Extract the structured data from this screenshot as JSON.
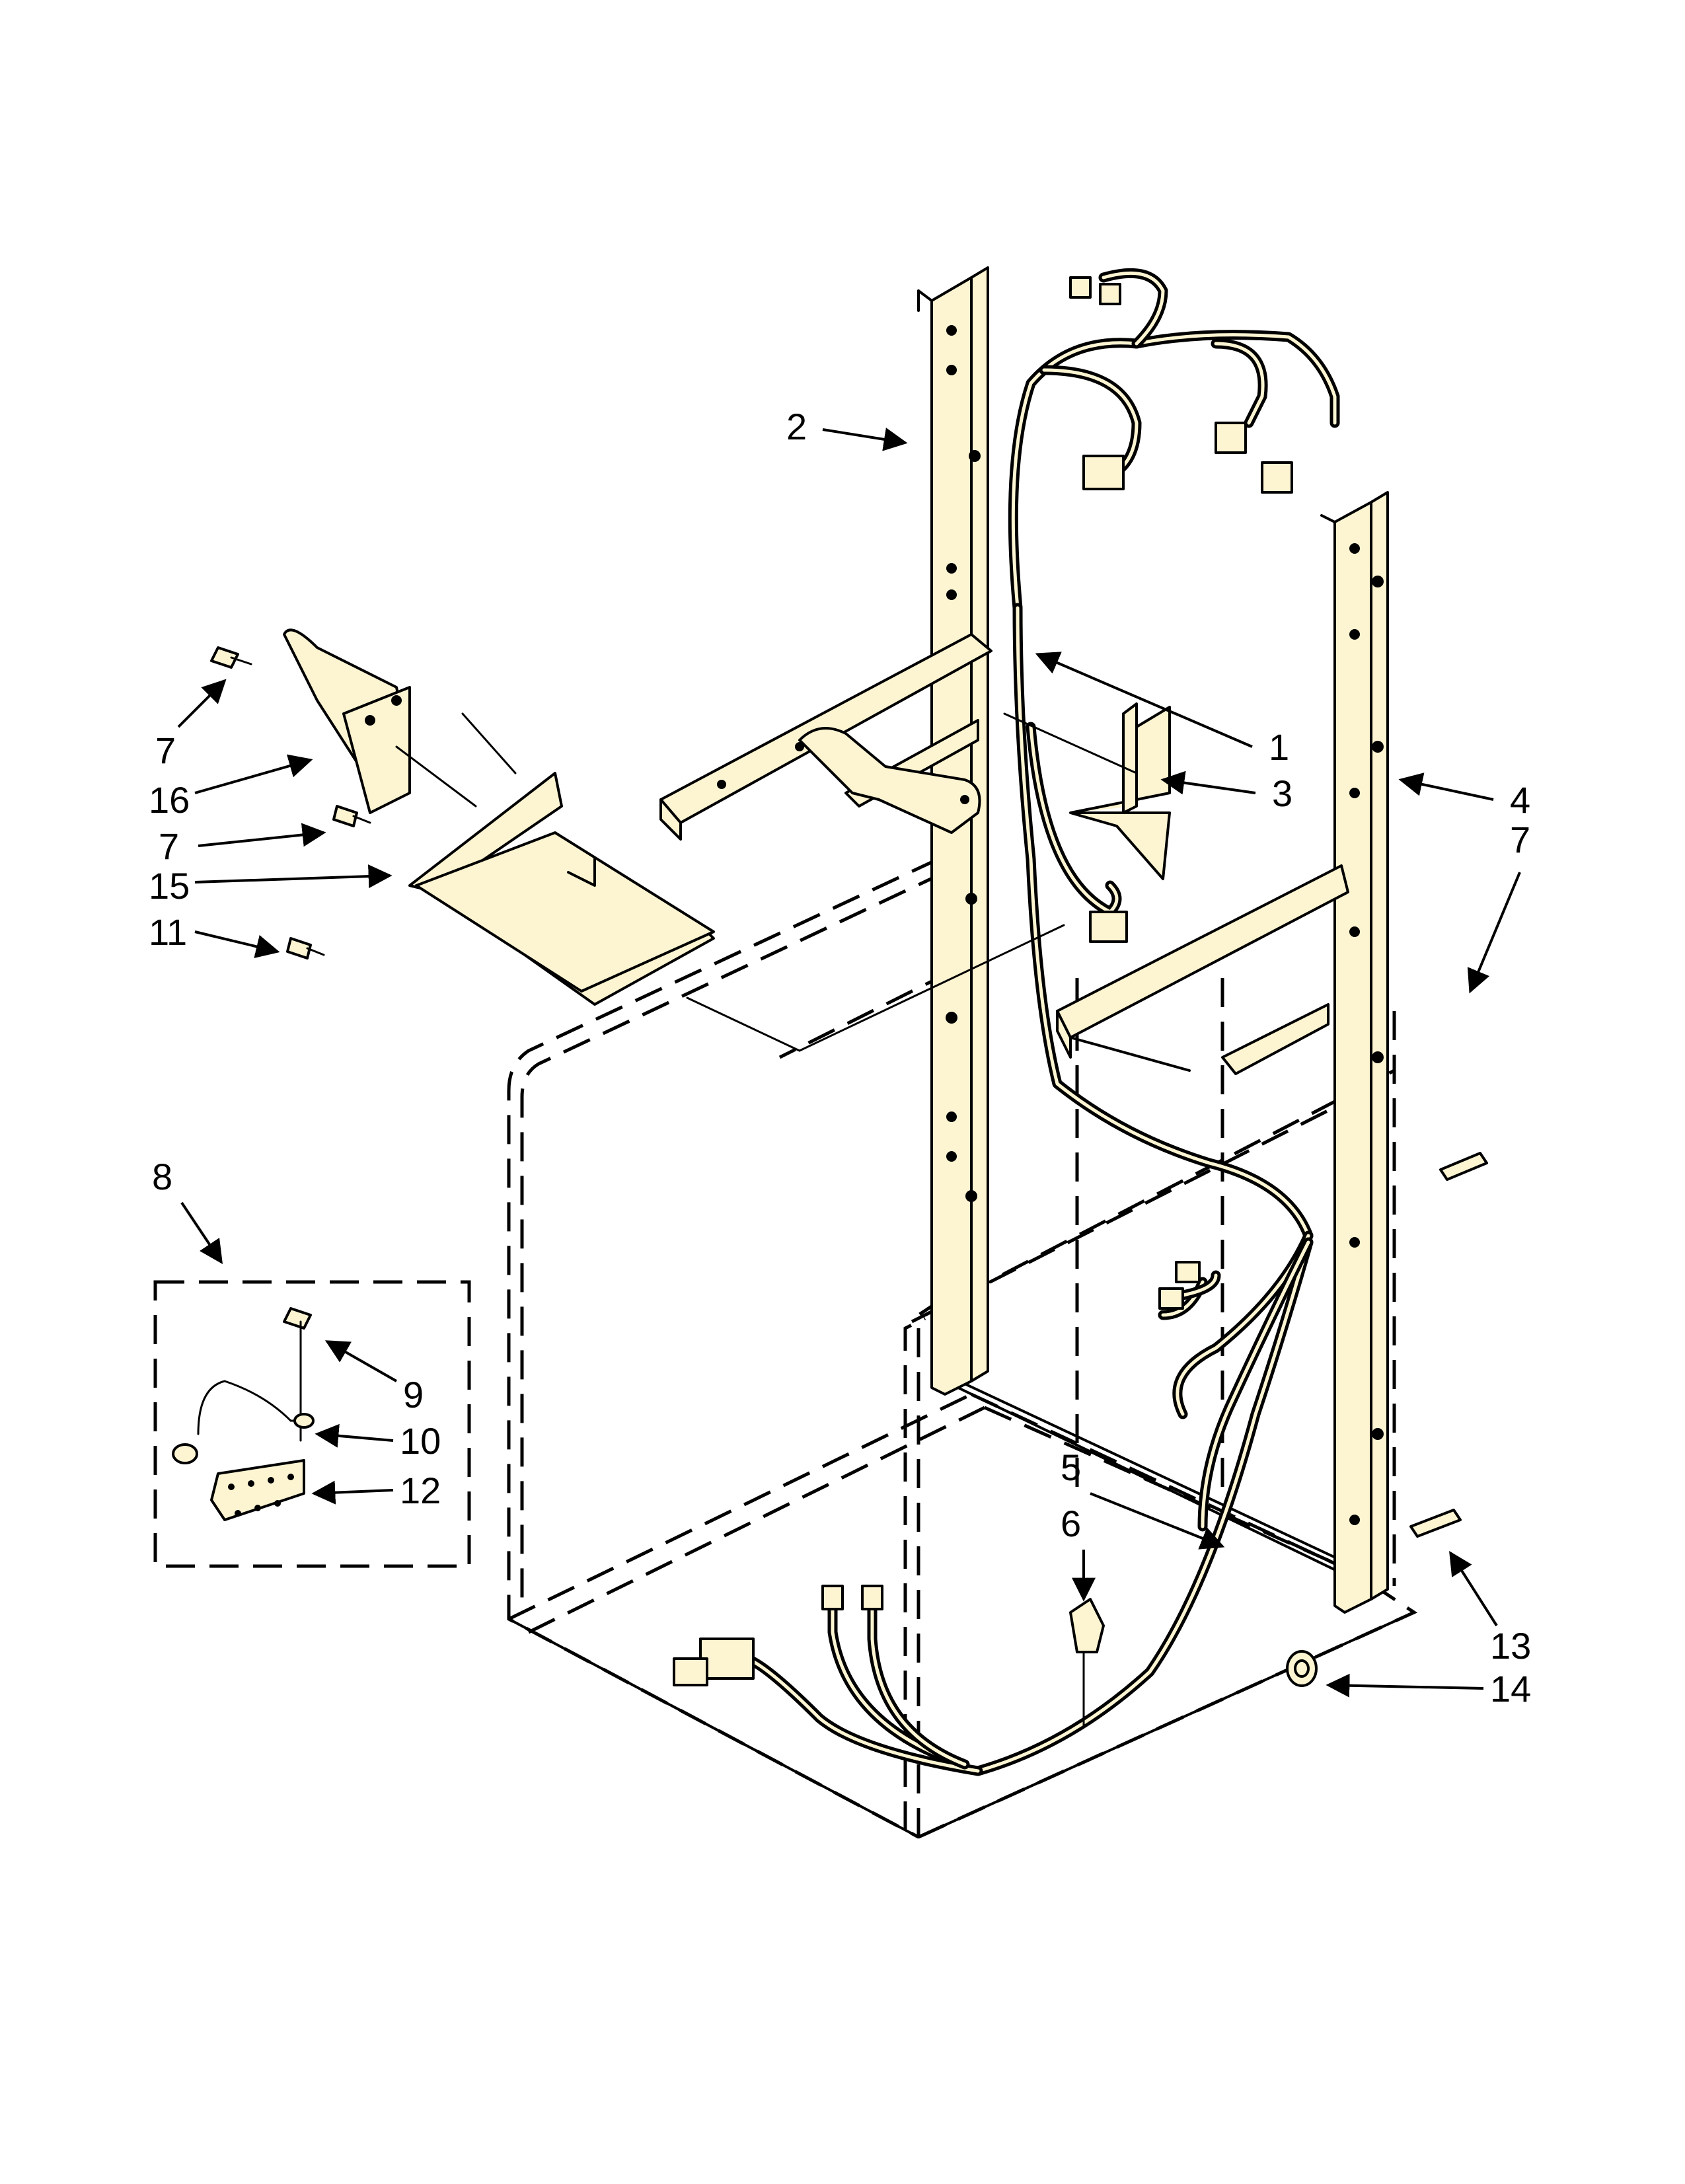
{
  "diagram": {
    "callouts": [
      "1",
      "2",
      "3",
      "4",
      "5",
      "6",
      "7",
      "7",
      "7",
      "8",
      "9",
      "10",
      "11",
      "12",
      "13",
      "14",
      "15",
      "16"
    ]
  },
  "colors": {
    "part_fill": "#fdf5d2",
    "line": "#000000",
    "background": "#ffffff"
  }
}
